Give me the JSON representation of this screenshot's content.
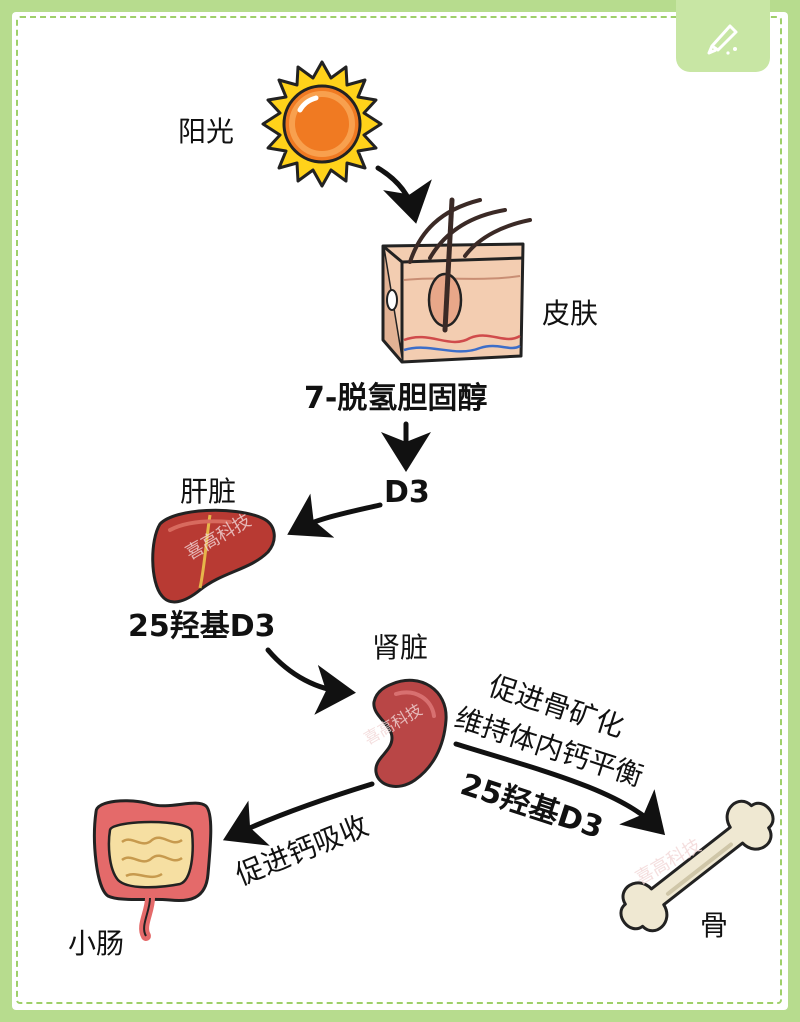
{
  "labels": {
    "sunlight": "阳光",
    "skin": "皮肤",
    "dehydrocholesterol": "7-脱氢胆固醇",
    "d3": "D3",
    "liver": "肝脏",
    "hydroxy_d3": "25羟基D3",
    "kidney": "肾脏",
    "promote_bone_mineralization": "促进骨矿化",
    "maintain_calcium_balance": "维持体内钙平衡",
    "hydroxy_d3_to_bone": "25羟基D3",
    "promote_calcium_absorption": "促进钙吸收",
    "small_intestine": "小肠",
    "bone": "骨"
  },
  "watermark": "喜高科技",
  "colors": {
    "frame_green": "#b7dc8e",
    "sun_orange": "#f07a22",
    "sun_yellow": "#ffd21a",
    "liver_red": "#b83a33",
    "kidney_red": "#b94646",
    "intestine_pink": "#e46a6a",
    "bone_cream": "#efe8d2"
  }
}
